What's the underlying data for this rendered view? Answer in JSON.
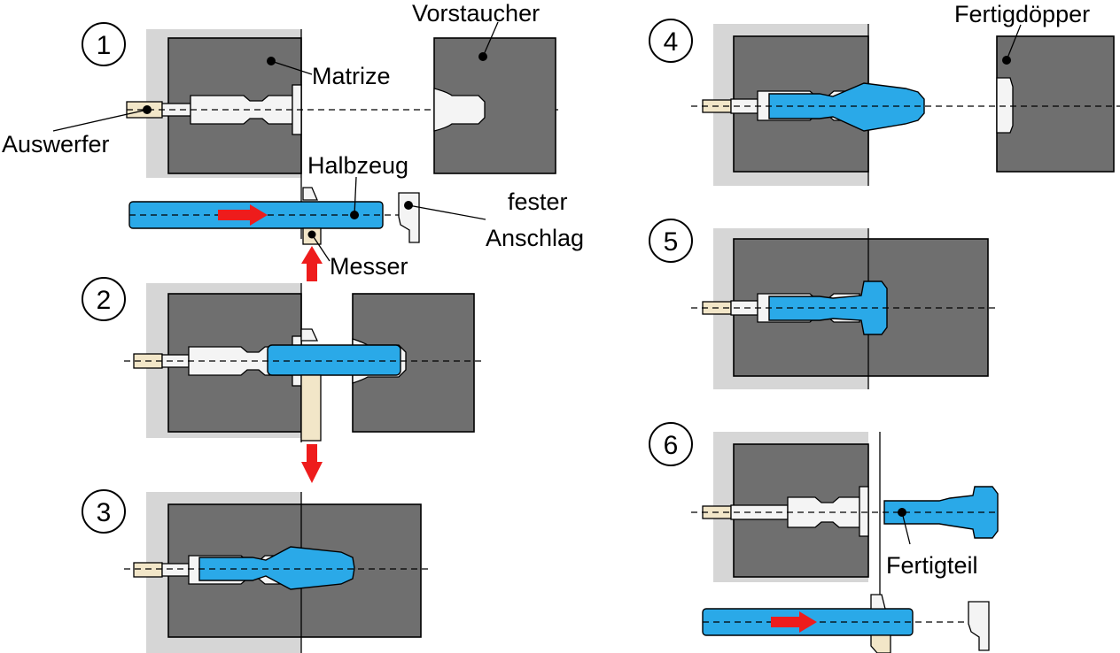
{
  "steps": {
    "s1": "1",
    "s2": "2",
    "s3": "3",
    "s4": "4",
    "s5": "5",
    "s6": "6"
  },
  "labels": {
    "matrize": "Matrize",
    "vorstaucher": "Vorstaucher",
    "auswerfer": "Auswerfer",
    "halbzeug": "Halbzeug",
    "fester": "fester",
    "anschlag": "Anschlag",
    "messer": "Messer",
    "fertigdoepper": "Fertigdöpper",
    "fertigteil": "Fertigteil"
  },
  "colors": {
    "die": "#6f6f6f",
    "background": "#d6d6d6",
    "workpiece": "#2aa9e8",
    "knife": "#f2e6c8",
    "arrow": "#ee1c1c"
  }
}
